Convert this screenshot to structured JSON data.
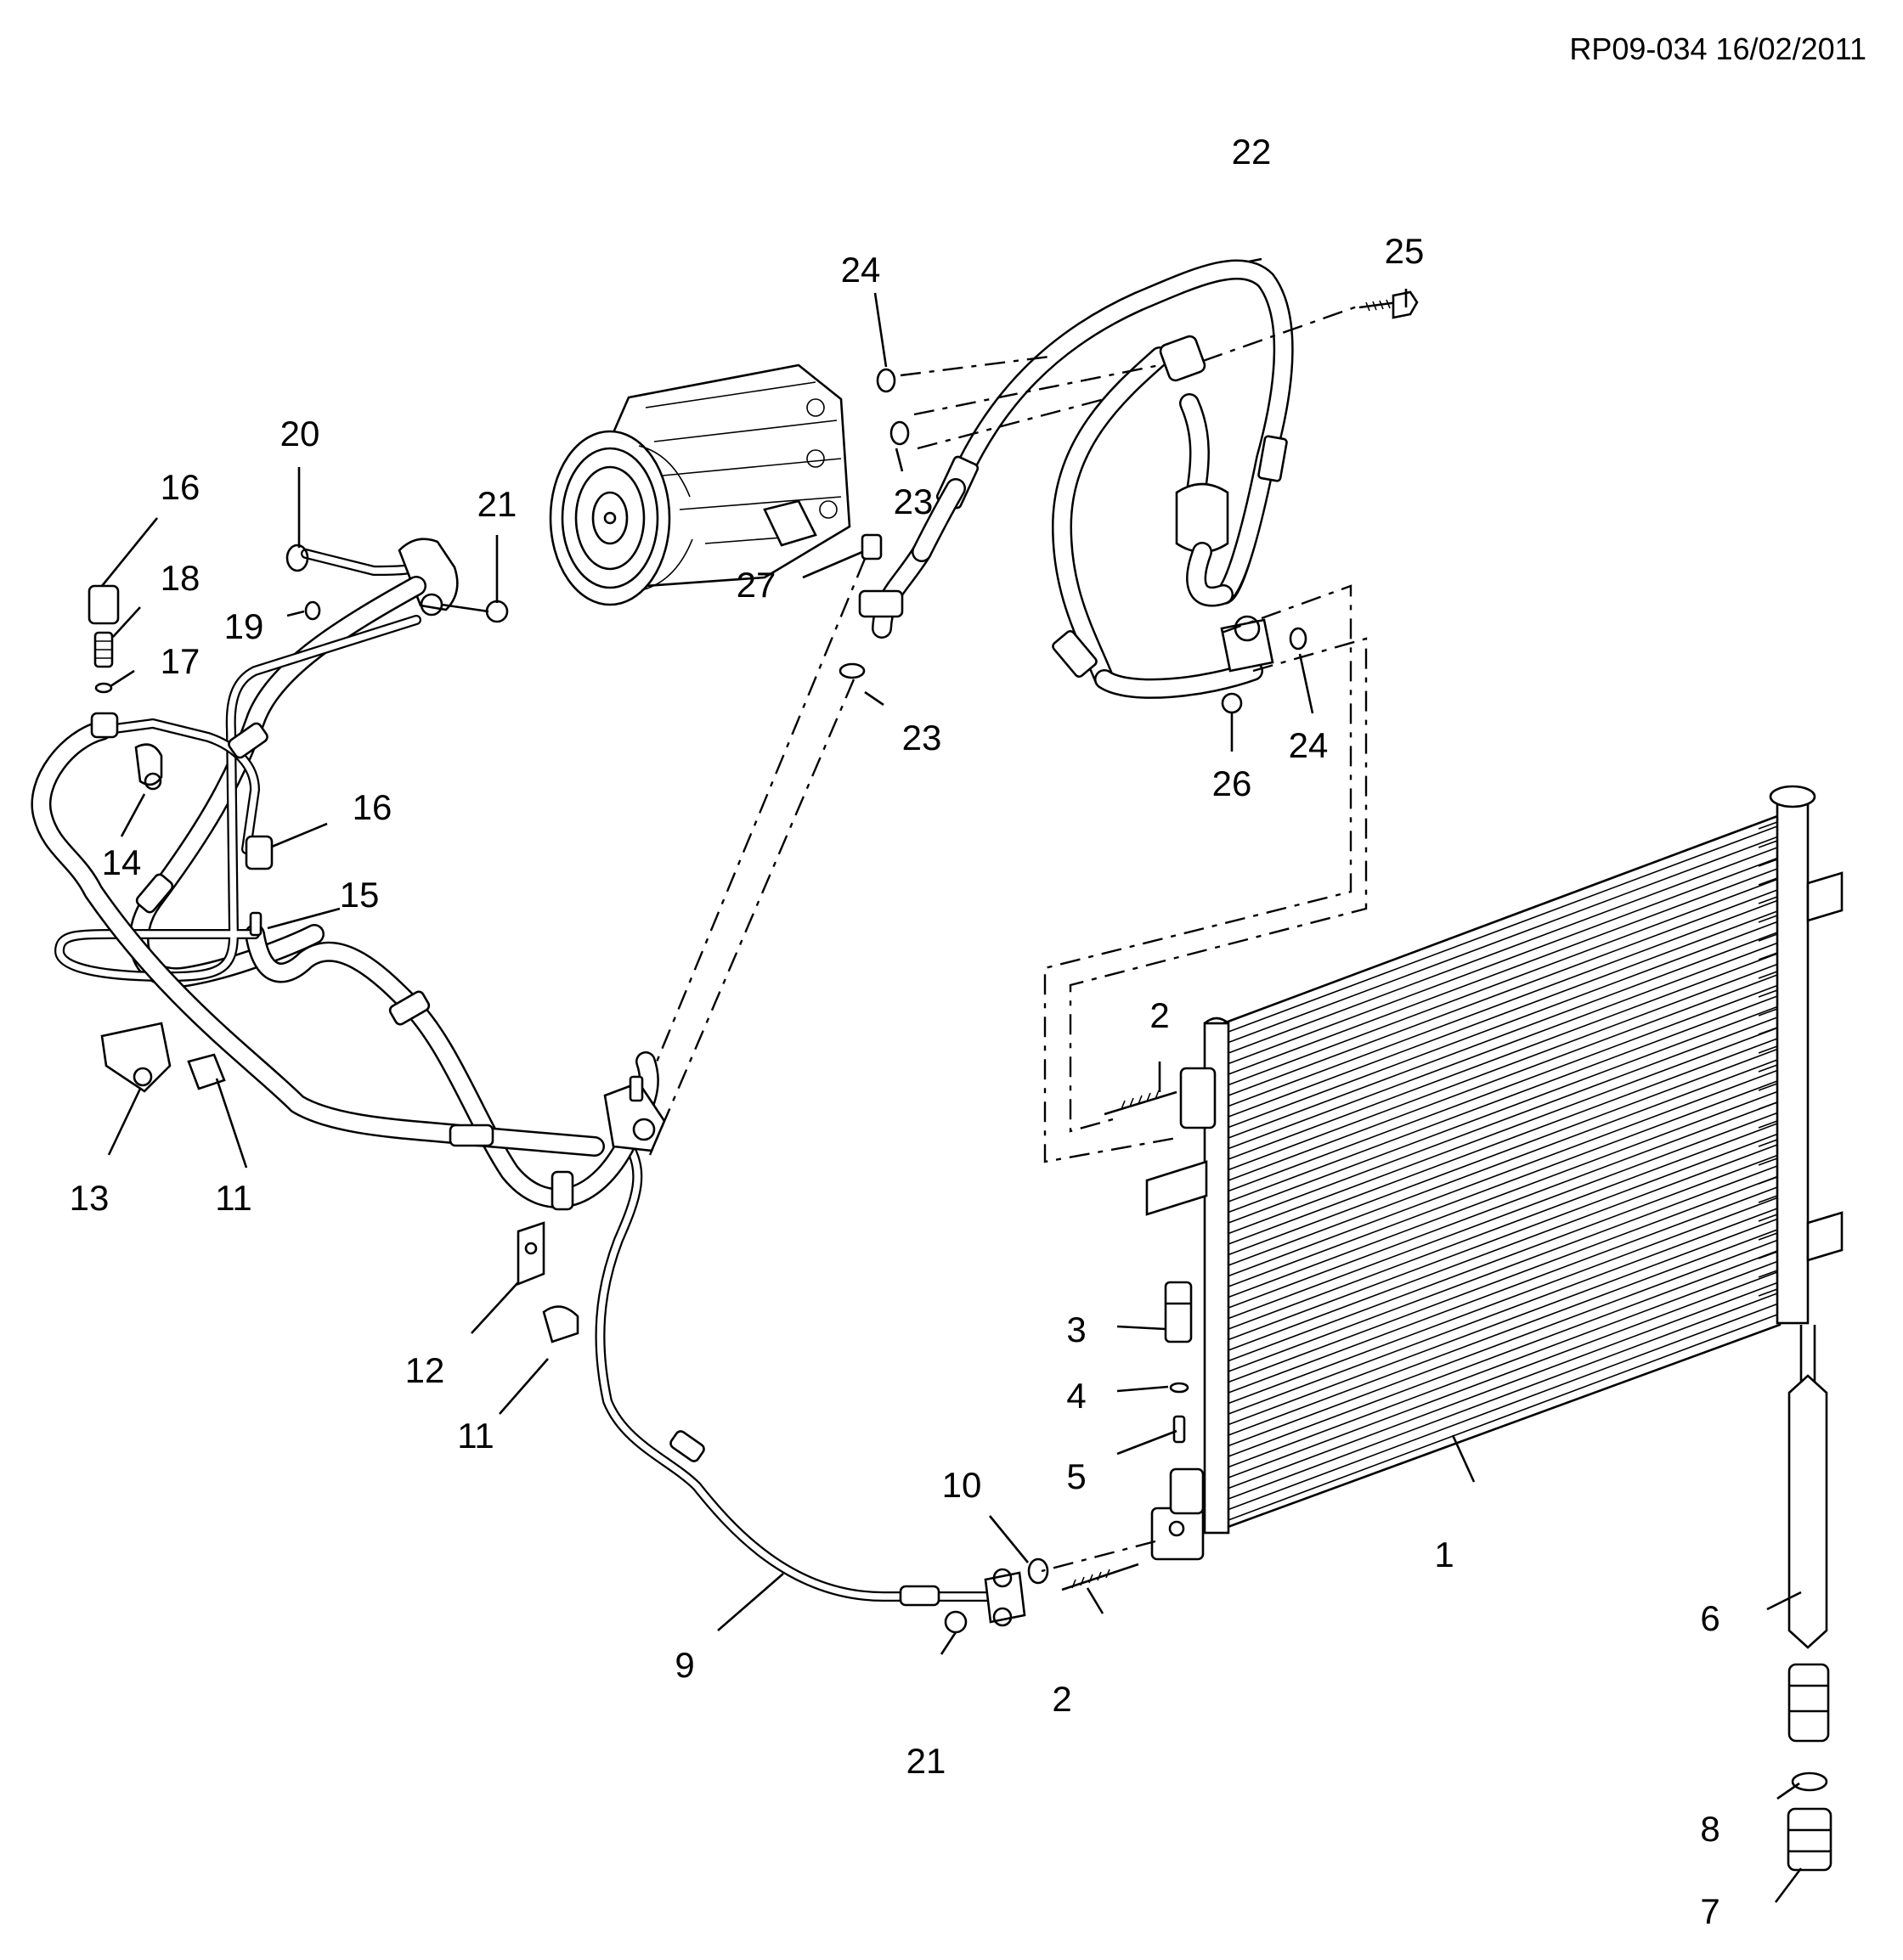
{
  "document": {
    "reference": "RP09-034 16/02/2011"
  },
  "callouts": [
    {
      "id": "c1",
      "text": "1"
    },
    {
      "id": "c2a",
      "text": "2"
    },
    {
      "id": "c2b",
      "text": "2"
    },
    {
      "id": "c3",
      "text": "3"
    },
    {
      "id": "c4",
      "text": "4"
    },
    {
      "id": "c5",
      "text": "5"
    },
    {
      "id": "c6",
      "text": "6"
    },
    {
      "id": "c7",
      "text": "7"
    },
    {
      "id": "c8",
      "text": "8"
    },
    {
      "id": "c9",
      "text": "9"
    },
    {
      "id": "c10",
      "text": "10"
    },
    {
      "id": "c11a",
      "text": "11"
    },
    {
      "id": "c11b",
      "text": "11"
    },
    {
      "id": "c12",
      "text": "12"
    },
    {
      "id": "c13",
      "text": "13"
    },
    {
      "id": "c14",
      "text": "14"
    },
    {
      "id": "c15",
      "text": "15"
    },
    {
      "id": "c16a",
      "text": "16"
    },
    {
      "id": "c16b",
      "text": "16"
    },
    {
      "id": "c17",
      "text": "17"
    },
    {
      "id": "c18",
      "text": "18"
    },
    {
      "id": "c19",
      "text": "19"
    },
    {
      "id": "c20",
      "text": "20"
    },
    {
      "id": "c21a",
      "text": "21"
    },
    {
      "id": "c21b",
      "text": "21"
    },
    {
      "id": "c22",
      "text": "22"
    },
    {
      "id": "c23a",
      "text": "23"
    },
    {
      "id": "c23b",
      "text": "23"
    },
    {
      "id": "c24a",
      "text": "24"
    },
    {
      "id": "c24b",
      "text": "24"
    },
    {
      "id": "c25",
      "text": "25"
    },
    {
      "id": "c26",
      "text": "26"
    },
    {
      "id": "c27",
      "text": "27"
    }
  ]
}
